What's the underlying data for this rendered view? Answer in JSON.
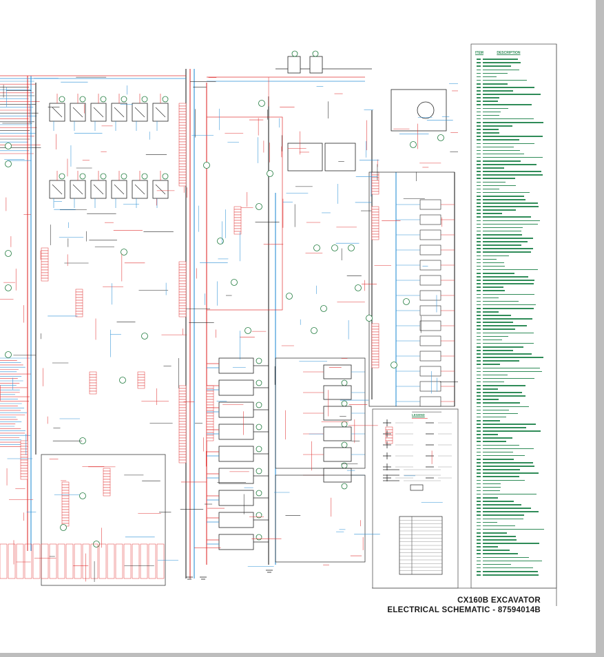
{
  "title": {
    "line1": "CX160B  EXCAVATOR",
    "line2": "ELECTRICAL SCHEMATIC - 87594014B"
  },
  "item_table": {
    "col_item": "ITEM",
    "col_description": "DESCRIPTION"
  },
  "legend": {
    "title": "LEGEND"
  },
  "colors": {
    "wire_red": "#e03030",
    "wire_blue": "#2a8fd6",
    "wire_black": "#222222",
    "label_green": "#2e8b57",
    "frame": "#555555"
  }
}
